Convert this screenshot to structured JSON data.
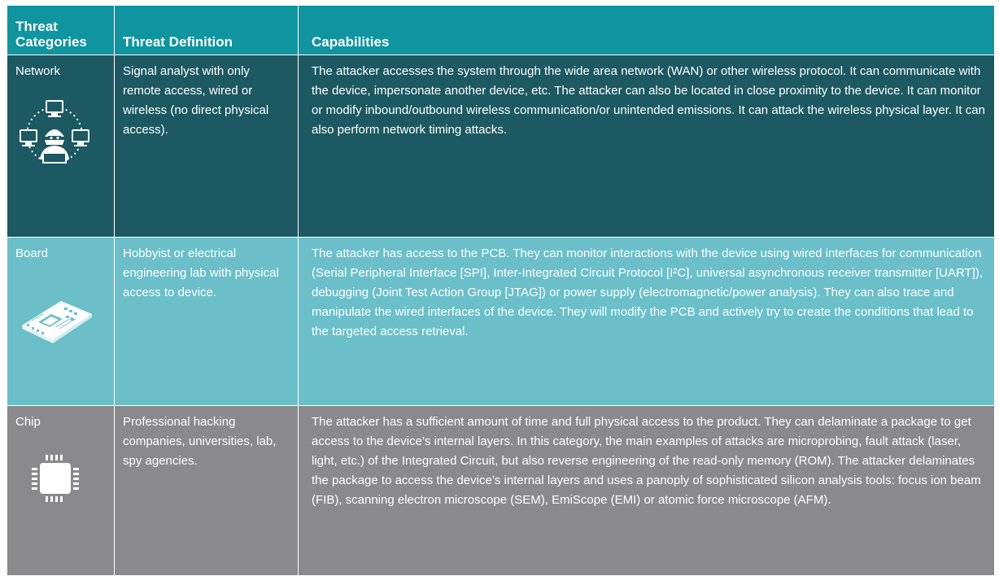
{
  "header": {
    "categories": "Threat Categories",
    "definition": "Threat Definition",
    "capabilities": "Capabilities"
  },
  "rows": [
    {
      "category": "Network",
      "icon": "network-attacker-icon",
      "definition": "Signal analyst with only remote access, wired or wireless (no direct physical access).",
      "capabilities": "The attacker accesses the system through the wide area network (WAN) or other wireless protocol. It can communicate with the device, impersonate another device, etc. The attacker can also be located in close proximity to the device. It can monitor or modify inbound/outbound wireless communication/or unintended emissions. It can attack the wireless physical layer. It can also perform network timing attacks."
    },
    {
      "category": "Board",
      "icon": "circuit-board-icon",
      "definition": "Hobbyist or electrical engineering lab with physical access to device.",
      "capabilities": "The attacker has access to the PCB. They can monitor interactions with the device using wired interfaces for communication (Serial Peripheral Interface [SPI], Inter-Integrated Circuit Protocol [I²C], universal asynchronous receiver transmitter [UART]), debugging (Joint Test Action Group [JTAG]) or power supply (electromagnetic/power analysis). They can also trace and manipulate the wired interfaces of the device. They will modify the PCB and actively try to create the conditions that lead to the targeted access retrieval."
    },
    {
      "category": "Chip",
      "icon": "microchip-icon",
      "definition": "Professional hacking companies, universities, lab, spy agencies.",
      "capabilities": "The attacker has a sufficient amount of time and full physical access to the product. They can delaminate a package to get access to the device’s internal layers. In this category, the main examples of attacks are microprobing, fault attack (laser, light, etc.) of the Integrated Circuit, but also reverse engineering of the read-only memory (ROM). The attacker delaminates the package to access the device’s internal layers and uses a panoply of sophisticated silicon analysis tools: focus ion beam (FIB), scanning electron microscope (SEM), EmiScope (EMI) or atomic force microscope (AFM)."
    }
  ],
  "colors": {
    "header": "#0f94a0",
    "network": "#1c5962",
    "board": "#6bbfc9",
    "chip": "#8a8a8c"
  }
}
